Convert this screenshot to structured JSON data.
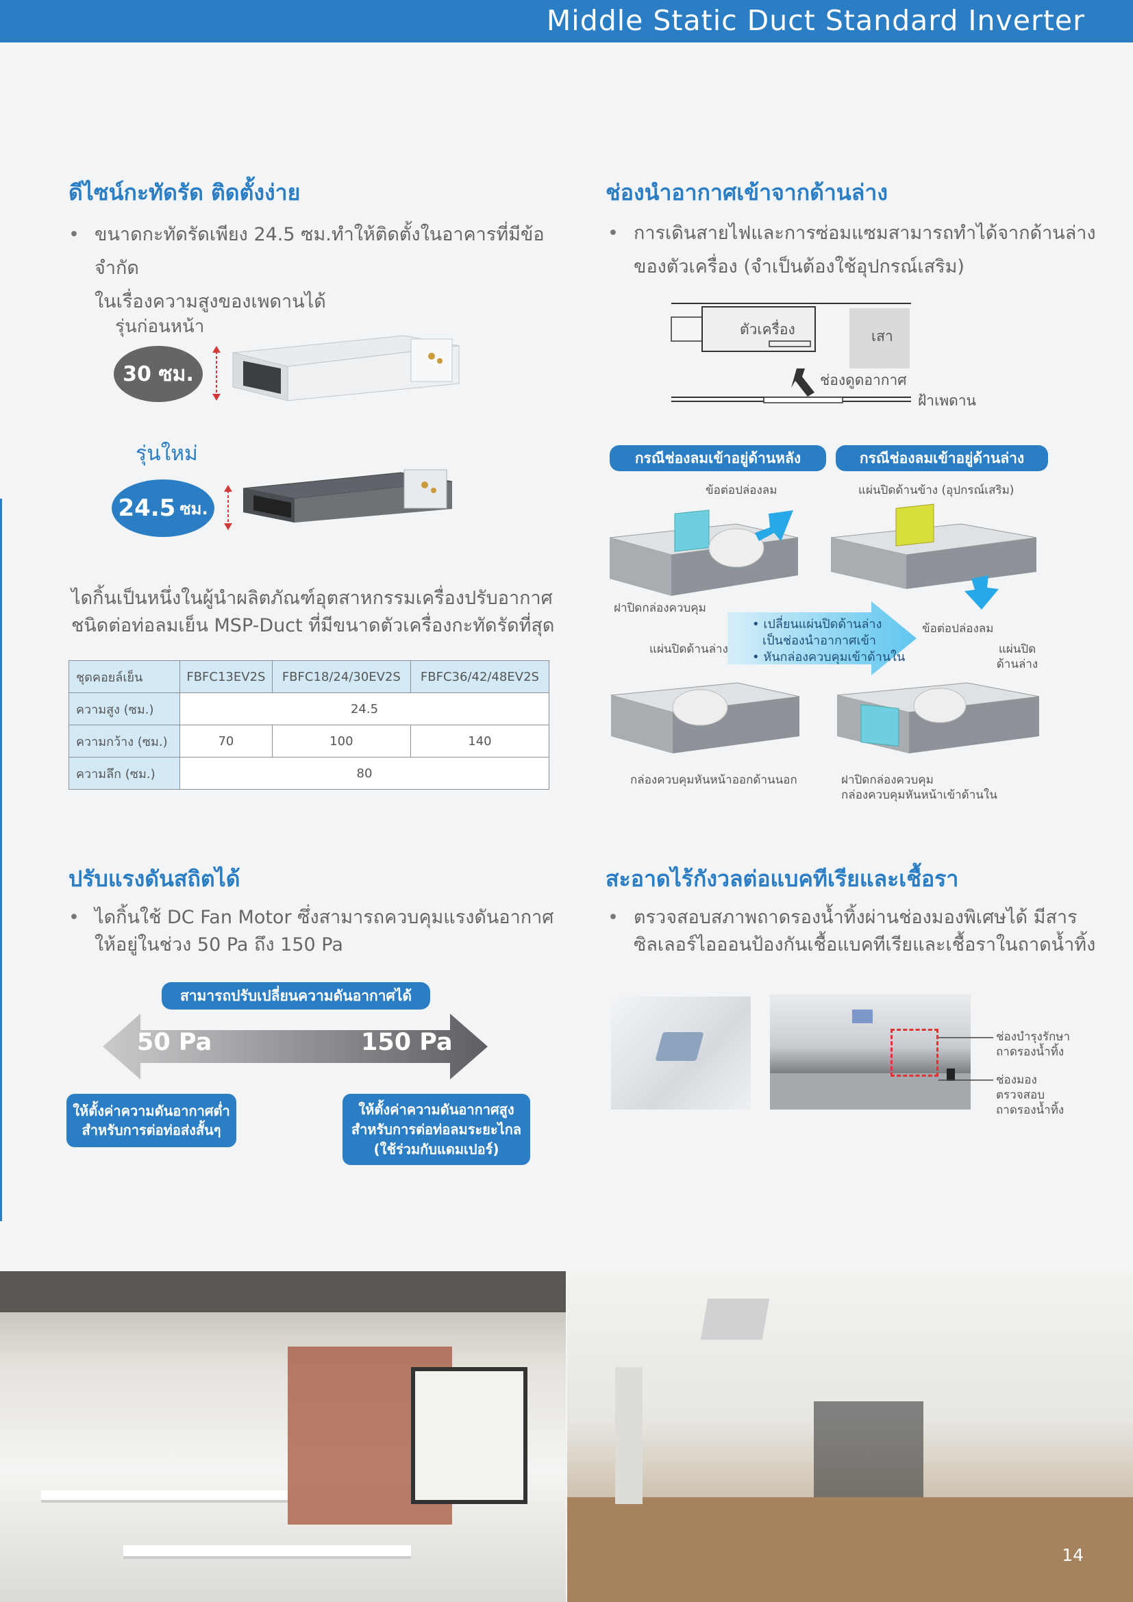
{
  "header": {
    "title": "Middle Static Duct  Standard Inverter"
  },
  "compact": {
    "heading": "ดีไซน์กะทัดรัด ติดตั้งง่าย",
    "bullet_line1": "ขนาดกะทัดรัดเพียง 24.5 ซม.ทำให้ติดตั้งในอาคารที่มีข้อจำกัด",
    "bullet_line2": "ในเรื่องความสูงของเพดานได้",
    "old_label": "รุ่นก่อนหน้า",
    "old_height": "30 ซม.",
    "new_label": "รุ่นใหม่",
    "new_height_num": "24.5",
    "new_height_unit": "ซม.",
    "desc_line1": "ไดกิ้นเป็นหนึ่งในผู้นำผลิตภัณฑ์อุตสาหกรรมเครื่องปรับอากาศ",
    "desc_line2": "ชนิดต่อท่อลมเย็น MSP-Duct ที่มีขนาดตัวเครื่องกะทัดรัดที่สุด"
  },
  "spec_table": {
    "header": [
      "ชุดคอยล์เย็น",
      "FBFC13EV2S",
      "FBFC18/24/30EV2S",
      "FBFC36/42/48EV2S"
    ],
    "height_label": "ความสูง (ซม.)",
    "height_value": "24.5",
    "width_label": "ความกว้าง (ซม.)",
    "width_values": [
      "70",
      "100",
      "140"
    ],
    "depth_label": "ความลึก (ซม.)",
    "depth_value": "80"
  },
  "bottom_inlet": {
    "heading": "ช่องนำอากาศเข้าจากด้านล่าง",
    "bullet_line1": "การเดินสายไฟและการซ่อมแซมสามารถทำได้จากด้านล่าง",
    "bullet_line2": "ของตัวเครื่อง (จำเป็นต้องใช้อุปกรณ์เสริม)",
    "diagram_unit": "ตัวเครื่อง",
    "diagram_pillar": "เสา",
    "diagram_intake": "ช่องดูดอากาศ",
    "diagram_ceiling": "ฝ้าเพดาน",
    "case_rear": "กรณีช่องลมเข้าอยู่ด้านหลัง",
    "case_bottom": "กรณีช่องลมเข้าอยู่ด้านล่าง",
    "lbl_duct_joint": "ข้อต่อปล่องลม",
    "lbl_side_cover": "แผ่นปิดด้านข้าง (อุปกรณ์เสริม)",
    "lbl_control_cover": "ฝาปิดกล่องควบคุม",
    "lbl_side_plate": "แผ่นปิดด้านล่าง",
    "lbl_duct_joint2": "ข้อต่อปล่องลม",
    "lbl_bottom_plate": "แผ่นปิดด้านล่าง",
    "arrow_item1": "• เปลี่ยนแผ่นปิดด้านล่าง",
    "arrow_item1b": "เป็นช่องนำอากาศเข้า",
    "arrow_item2": "• หันกล่องควบคุมเข้าด้านใน",
    "lbl_box_out": "กล่องควบคุมหันหน้าออกด้านนอก",
    "lbl_box_in1": "ฝาปิดกล่องควบคุม",
    "lbl_box_in2": "กล่องควบคุมหันหน้าเข้าด้านใน"
  },
  "static_pressure": {
    "heading": "ปรับแรงดันสถิตได้",
    "bullet_line1": "ไดกิ้นใช้ DC Fan Motor ซึ่งสามารถควบคุมแรงดันอากาศ",
    "bullet_line2": "ให้อยู่ในช่วง 50 Pa ถึง 150 Pa",
    "tag": "สามารถปรับเปลี่ยนความดันอากาศได้",
    "low": "50 Pa",
    "high": "150 Pa",
    "low_note1": "ให้ตั้งค่าความดันอากาศต่ำ",
    "low_note2": "สำหรับการต่อท่อส่งสั้นๆ",
    "high_note1": "ให้ตั้งค่าความดันอากาศสูง",
    "high_note2": "สำหรับการต่อท่อลมระยะไกล",
    "high_note3": "(ใช้ร่วมกับแดมเปอร์)"
  },
  "clean": {
    "heading": "สะอาดไร้กังวลต่อแบคทีเรียและเชื้อรา",
    "bullet_line1": "ตรวจสอบสภาพถาดรองน้ำทิ้งผ่านช่องมองพิเศษได้ มีสาร",
    "bullet_line2": "ซิลเลอร์ไอออนป้องกันเชื้อแบคทีเรียและเชื้อราในถาดน้ำทิ้ง",
    "lbl_service1": "ช่องบำรุงรักษา",
    "lbl_service2": "ถาดรองน้ำทิ้ง",
    "lbl_view1": "ช่องมอง",
    "lbl_view2": "ตรวจสอบ",
    "lbl_view3": "ถาดรองน้ำทิ้ง"
  },
  "colors": {
    "brand": "#2b7ec4",
    "pill_gray": "#666666",
    "arrow_cyan": "#5fc6ee",
    "panel_yellow": "#d9df3a"
  },
  "page_number": "14"
}
